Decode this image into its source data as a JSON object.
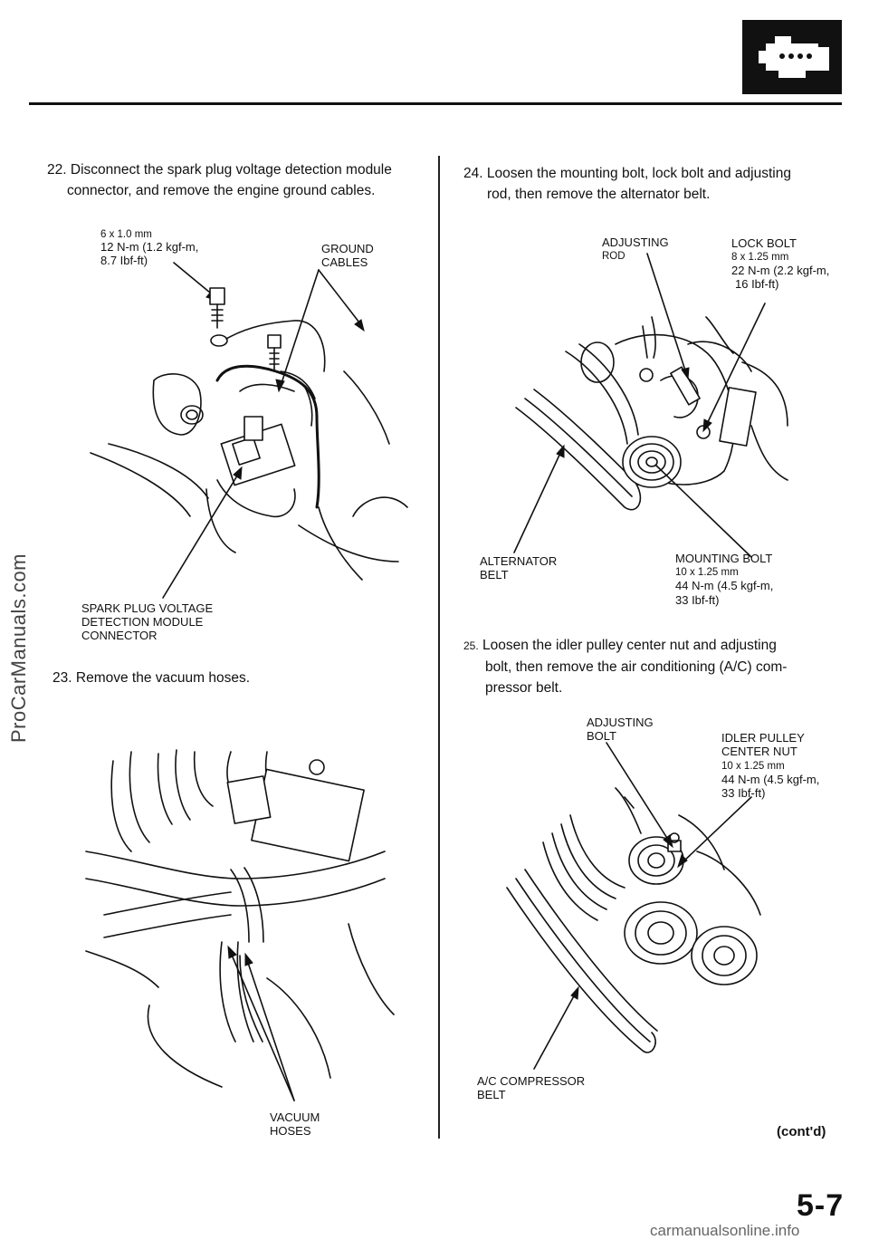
{
  "header": {
    "icon": "engine-icon"
  },
  "watermark": "ProCarManuals.com",
  "left_column": {
    "step22": {
      "number": "22.",
      "line1": "Disconnect the spark plug voltage detection module",
      "line2": "connector, and remove the engine ground cables."
    },
    "fig1": {
      "bolt_spec_line1": "6 x 1.0 mm",
      "bolt_spec_line2": "12 N-m (1.2 kgf-m,",
      "bolt_spec_line3": "8.7 Ibf-ft)",
      "ground_line1": "GROUND",
      "ground_line2": "CABLES",
      "connector_line1": "SPARK PLUG VOLTAGE",
      "connector_line2": "DETECTION MODULE",
      "connector_line3": "CONNECTOR"
    },
    "step23": {
      "number": "23.",
      "text": "Remove the vacuum hoses."
    },
    "fig2": {
      "vacuum_line1": "VACUUM",
      "vacuum_line2": "HOSES"
    }
  },
  "right_column": {
    "step24": {
      "number": "24.",
      "line1": "Loosen the mounting bolt, lock bolt and adjusting",
      "line2": "rod, then remove the alternator belt."
    },
    "fig3": {
      "adjusting_line1": "ADJUSTING",
      "adjusting_line2": "ROD",
      "lock_line1": "LOCK BOLT",
      "lock_line2": "8 x 1.25 mm",
      "lock_line3": "22 N-m (2.2 kgf-m,",
      "lock_line4": "16 Ibf-ft)",
      "belt_line1": "ALTERNATOR",
      "belt_line2": "BELT",
      "mount_line1": "MOUNTING BOLT",
      "mount_line2": "10 x 1.25 mm",
      "mount_line3": "44 N-m (4.5 kgf-m,",
      "mount_line4": "33 Ibf-ft)"
    },
    "step25": {
      "number": "25.",
      "line1": "Loosen the idler pulley center nut and adjusting",
      "line2": "bolt, then remove the air conditioning (A/C) com-",
      "line3": "pressor belt."
    },
    "fig4": {
      "adjbolt_line1": "ADJUSTING",
      "adjbolt_line2": "BOLT",
      "idler_line1": "IDLER PULLEY",
      "idler_line2": "CENTER NUT",
      "idler_line3": "10 x 1.25 mm",
      "idler_line4": "44 N-m (4.5 kgf-m,",
      "idler_line5": "33 Ibf-ft)",
      "ac_line1": "A/C COMPRESSOR",
      "ac_line2": "BELT"
    }
  },
  "footer": {
    "contd": "(cont'd)",
    "page_number": "5-7",
    "site": "carmanualsonline.info"
  }
}
